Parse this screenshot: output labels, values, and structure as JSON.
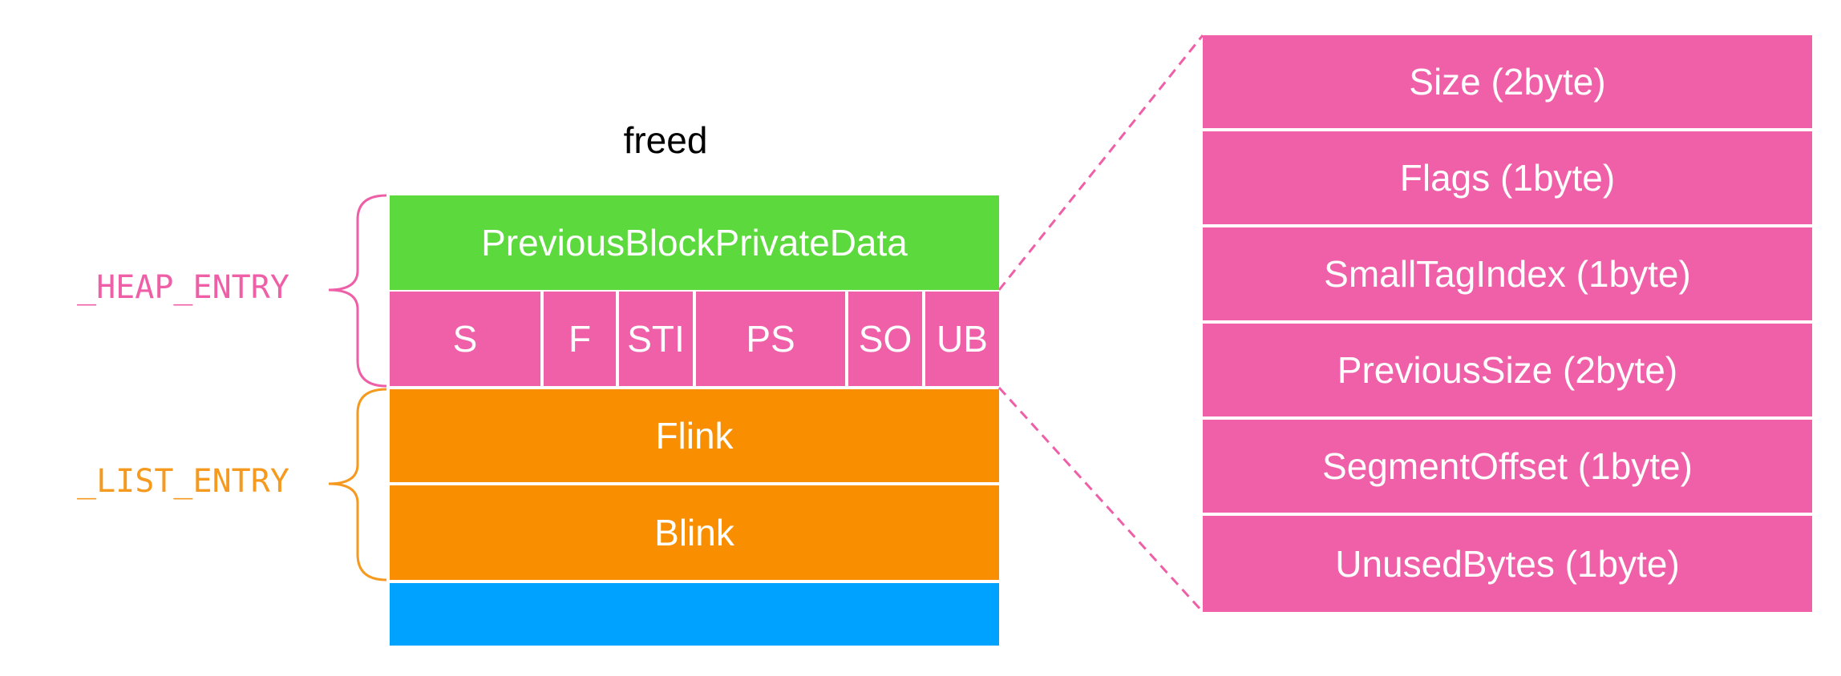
{
  "diagram": {
    "title": "freed",
    "heap_entry_label": "_HEAP_ENTRY",
    "list_entry_label": "_LIST_ENTRY",
    "previous_block": "PreviousBlockPrivateData",
    "header_fields": [
      "S",
      "F",
      "STI",
      "PS",
      "SO",
      "UB"
    ],
    "flink": "Flink",
    "blink": "Blink",
    "detail_fields": [
      "Size (2byte)",
      "Flags (1byte)",
      "SmallTagIndex (1byte)",
      "PreviousSize (2byte)",
      "SegmentOffset (1byte)",
      "UnusedBytes (1byte)"
    ]
  },
  "colors": {
    "private_data": "#5cd93c",
    "heap_entry": "#f060a8",
    "list_entry": "#f98f00",
    "data_block": "#00a2ff",
    "heap_brace": "#ee5fa7",
    "list_brace": "#f59a1f",
    "text_on_block": "#ffffff"
  }
}
